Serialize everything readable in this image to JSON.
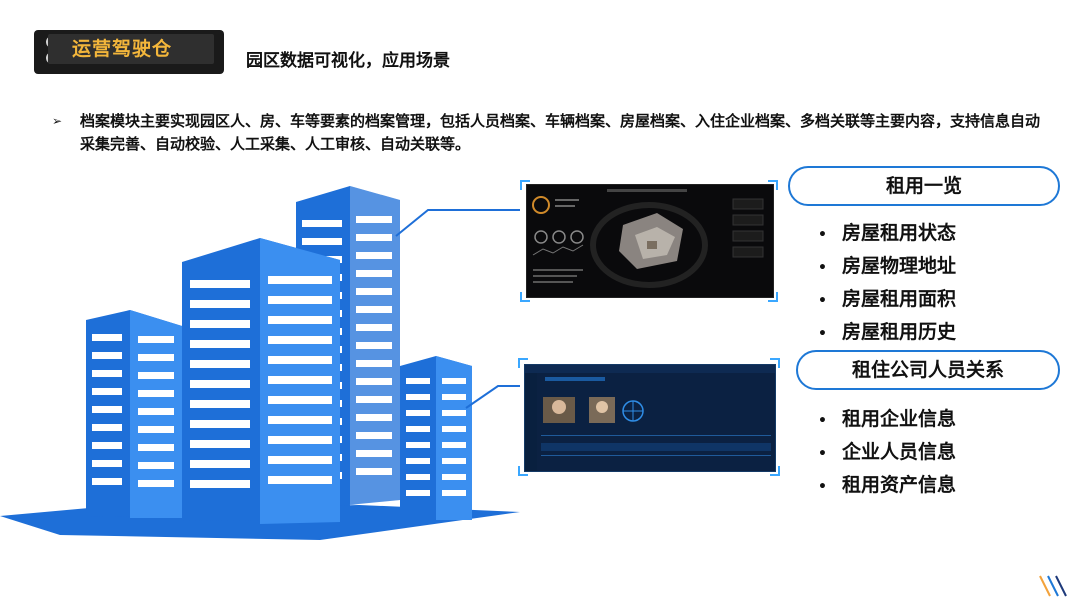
{
  "header": {
    "tag_label": "运营驾驶仓",
    "subtitle": "园区数据可视化，应用场景"
  },
  "intro": {
    "arrow": "➢",
    "text": "档案模块主要实现园区人、房、车等要素的档案管理，包括人员档案、车辆档案、房屋档案、入住企业档案、多档关联等主要内容，支持信息自动采集完善、自动校验、人工采集、人工审核、自动关联等。"
  },
  "panel_rent": {
    "title": "租用一览",
    "items": [
      "房屋租用状态",
      "房屋物理地址",
      "房屋租用面积",
      "房屋租用历史"
    ]
  },
  "panel_company": {
    "title": "租住公司人员关系",
    "items": [
      "租用企业信息",
      "企业人员信息",
      "租用资产信息"
    ]
  },
  "bullet_glyph": "•",
  "colors": {
    "accent": "#1e78d6",
    "tag_text": "#f3b63b",
    "building": "#1e6fd8"
  }
}
